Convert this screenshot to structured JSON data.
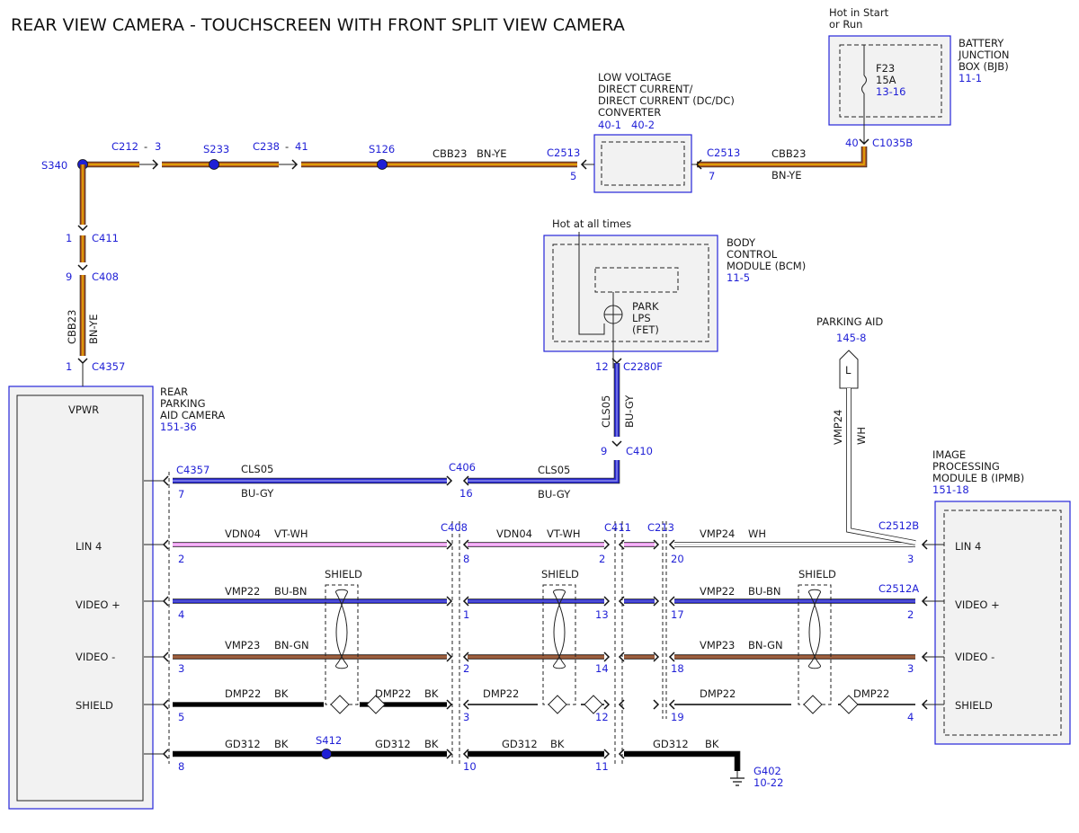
{
  "title": "REAR VIEW CAMERA - TOUCHSCREEN WITH FRONT SPLIT VIEW CAMERA",
  "colors": {
    "bn_ye": "#b85a1e",
    "bn_ye_stripe": "#e8b400",
    "bu_gy": "#2b2bd6",
    "vt_wh": "#e58ce8",
    "bu_bn": "#2a2ac8",
    "bn_gn": "#8b4a2a",
    "bk": "#000000",
    "wh": "#ffffff",
    "blue_label": "#1f1fd6",
    "module_border": "#2626d9"
  },
  "modules": {
    "bjb": {
      "name": [
        "BATTERY",
        "JUNCTION",
        "BOX (BJB)"
      ],
      "ref": "11-1",
      "note": [
        "Hot in Start",
        "or Run"
      ],
      "fuse": "F23",
      "fuse_amp": "15A",
      "fuse_ref": "13-16",
      "connector": "C1035B",
      "pin": "40"
    },
    "dcdc": {
      "name": [
        "LOW VOLTAGE",
        "DIRECT CURRENT/",
        "DIRECT CURRENT (DC/DC)",
        "CONVERTER"
      ],
      "ref1": "40-1",
      "ref2": "40-2",
      "left_conn": "C2513",
      "left_pin": "5",
      "right_conn": "C2513",
      "right_pin": "7"
    },
    "bcm": {
      "name": [
        "BODY",
        "CONTROL",
        "MODULE (BCM)"
      ],
      "ref": "11-5",
      "note": "Hot at all times",
      "switch": [
        "PARK",
        "LPS",
        "(FET)"
      ],
      "connector": "C2280F",
      "pin": "12"
    },
    "camera": {
      "name": [
        "REAR",
        "PARKING",
        "AID CAMERA"
      ],
      "ref": "151-36",
      "pins": [
        "VPWR",
        "LIN 4",
        "VIDEO +",
        "VIDEO -",
        "SHIELD"
      ]
    },
    "ipmb": {
      "name": [
        "IMAGE",
        "PROCESSING",
        "MODULE B (IPMB)"
      ],
      "ref": "151-18",
      "pins": [
        "LIN 4",
        "VIDEO +",
        "VIDEO -",
        "SHIELD"
      ],
      "conn_lin": "C2512B",
      "conn_video": "C2512A"
    },
    "parking_aid": {
      "name": "PARKING AID",
      "ref": "145-8",
      "letter": "L"
    }
  },
  "top_wire": {
    "circuit": "CBB23",
    "color": "BN-YE",
    "splices": [
      "S340",
      "S233",
      "S126"
    ],
    "inline": [
      {
        "conn": "C212",
        "pin": "3"
      },
      {
        "conn": "C238",
        "pin": "41"
      }
    ],
    "right_circuit": "CBB23",
    "right_color": "BN-YE"
  },
  "vertical_pwr": {
    "c411": {
      "conn": "C411",
      "pin": "1"
    },
    "c408": {
      "conn": "C408",
      "pin": "9"
    },
    "c4357": {
      "conn": "C4357",
      "pin": "1"
    },
    "circuit": "CBB23",
    "color": "BN-YE"
  },
  "cls05": {
    "circuit": "CLS05",
    "color": "BU-GY",
    "c410": {
      "conn": "C410",
      "pin": "9"
    },
    "c4357": {
      "conn": "C4357",
      "pin": "7"
    },
    "c406": {
      "conn": "C406",
      "pin": "16"
    }
  },
  "lin": {
    "seg1": {
      "circuit": "VDN04",
      "color": "VT-WH"
    },
    "seg2": {
      "circuit": "VDN04",
      "color": "VT-WH"
    },
    "seg3": {
      "circuit": "VMP24",
      "color": "WH"
    },
    "pins": [
      "2",
      "8",
      "2",
      "20",
      "3"
    ],
    "conns": [
      "C408",
      "C411",
      "C213"
    ],
    "vert": {
      "circuit": "VMP24",
      "color": "WH"
    }
  },
  "video_plus": {
    "circuit": "VMP22",
    "color": "BU-BN",
    "pins": [
      "4",
      "1",
      "13",
      "17",
      "2"
    ]
  },
  "video_minus": {
    "circuit": "VMP23",
    "color": "BN-GN",
    "pins": [
      "3",
      "2",
      "14",
      "18",
      "3"
    ]
  },
  "shield": {
    "label": "SHIELD",
    "seg1": {
      "circuit": "DMP22",
      "color": "BK"
    },
    "seg2": {
      "circuit": "DMP22",
      "color": "BK"
    },
    "seg3": "DMP22",
    "seg4": "DMP22",
    "seg5": "DMP22",
    "pins": [
      "5",
      "3",
      "12",
      "19",
      "4"
    ]
  },
  "ground": {
    "circuit": "GD312",
    "color": "BK",
    "splice": "S412",
    "pins": [
      "8",
      "10",
      "11"
    ],
    "ground": "G402",
    "ground_ref": "10-22"
  }
}
